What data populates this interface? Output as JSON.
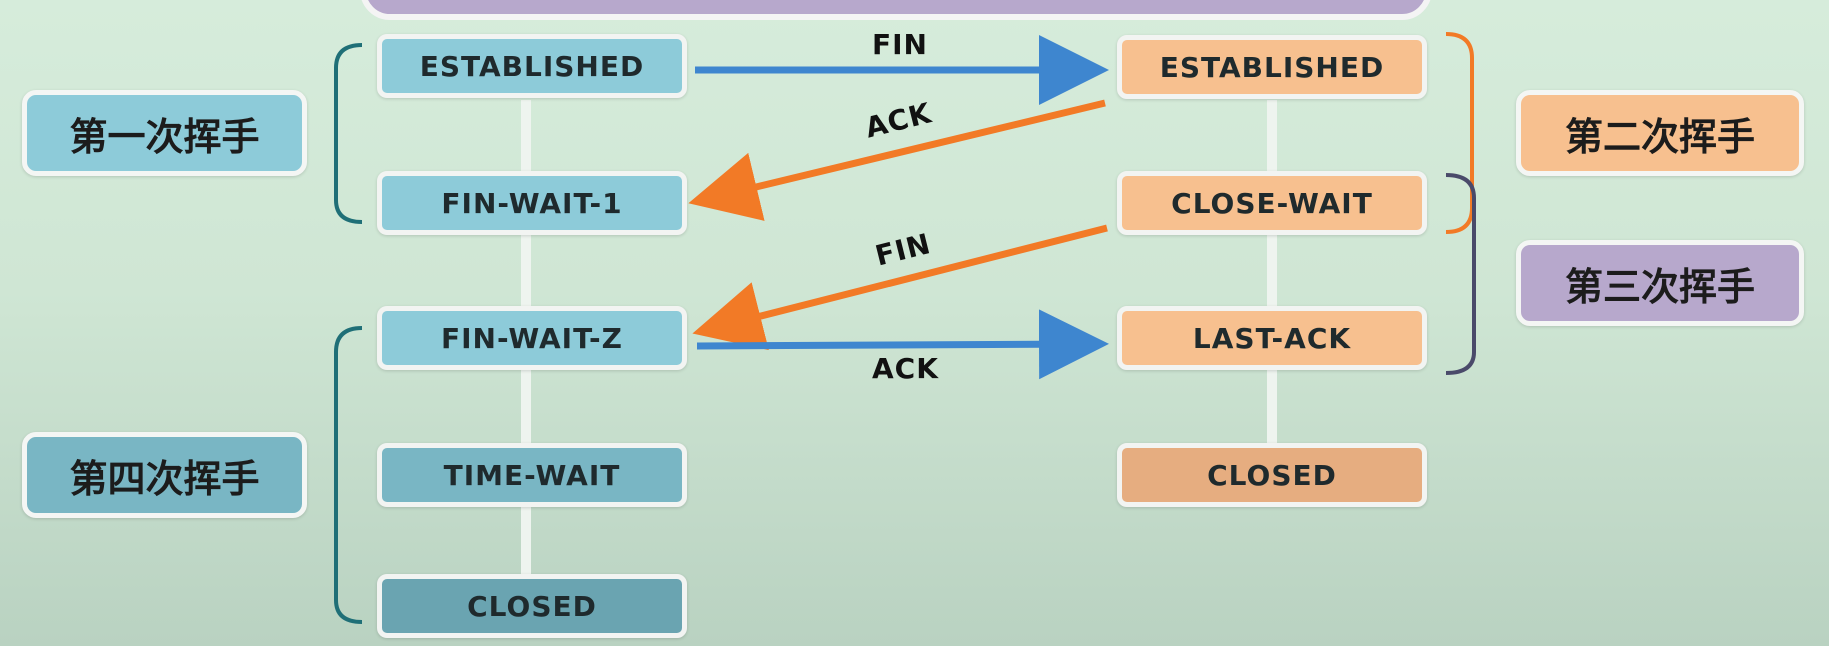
{
  "client_states": [
    "ESTABLISHED",
    "FIN-WAIT-1",
    "FIN-WAIT-Z",
    "TIME-WAIT",
    "CLOSED"
  ],
  "server_states": [
    "ESTABLISHED",
    "CLOSE-WAIT",
    "LAST-ACK",
    "CLOSED"
  ],
  "phases": {
    "first": "第一次挥手",
    "second": "第二次挥手",
    "third": "第三次挥手",
    "fourth": "第四次挥手"
  },
  "messages": {
    "fin1": "FIN",
    "ack1": "ACK",
    "fin2": "FIN",
    "ack2": "ACK"
  },
  "colors": {
    "client_box": "#8dcbd9",
    "server_box": "#f7c08f",
    "client_arrow": "#3e86cf",
    "server_arrow": "#f27a26",
    "phase_first": "#8dcbd9",
    "phase_second": "#f7c08f",
    "phase_third": "#b7a8cc",
    "phase_fourth": "#79b6c4"
  }
}
